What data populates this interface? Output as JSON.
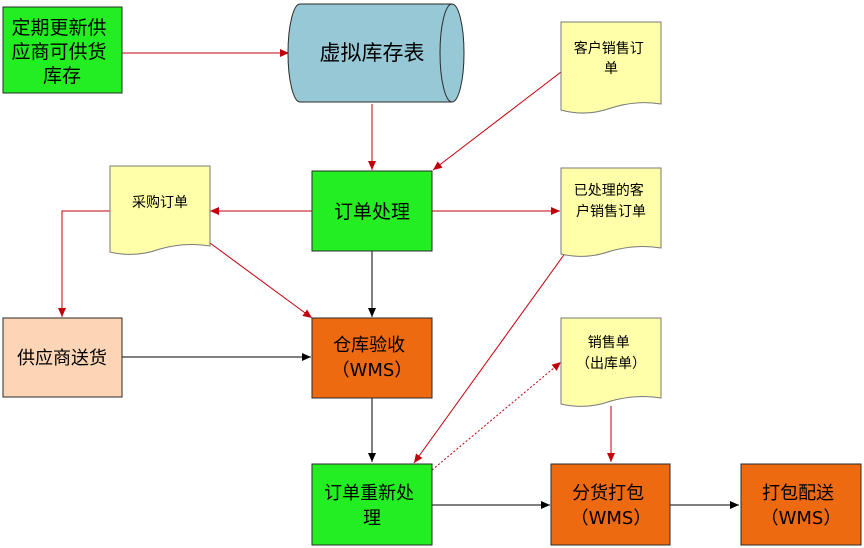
{
  "colors": {
    "green_box": "#22ee22",
    "orange_box": "#ee6a11",
    "peach_box": "#fbd5b5",
    "cylinder": "#96c8d6",
    "document": "#ffffaa",
    "arrow_red": "#c0000b",
    "arrow_black": "#000000"
  },
  "nodes": {
    "supplier_inventory": {
      "lines": [
        "定期更新供",
        "应商可供货",
        "库存"
      ]
    },
    "virtual_inventory": {
      "lines": [
        "虚拟库存表"
      ]
    },
    "customer_order": {
      "lines": [
        "客户销售订",
        "单"
      ]
    },
    "purchase_order": {
      "lines": [
        "采购订单"
      ]
    },
    "order_processing": {
      "lines": [
        "订单处理"
      ]
    },
    "processed_order": {
      "lines": [
        "已处理的客",
        "户销售订单"
      ]
    },
    "supplier_delivery": {
      "lines": [
        "供应商送货"
      ]
    },
    "warehouse_receiving": {
      "lines": [
        "仓库验收",
        "（WMS）"
      ]
    },
    "sales_slip": {
      "lines": [
        "销售单",
        "（出库单）"
      ]
    },
    "order_reprocessing": {
      "lines": [
        "订单重新处",
        "理"
      ]
    },
    "picking_packing": {
      "lines": [
        "分货打包",
        "（WMS）"
      ]
    },
    "pack_ship": {
      "lines": [
        "打包配送",
        "（WMS）"
      ]
    }
  }
}
